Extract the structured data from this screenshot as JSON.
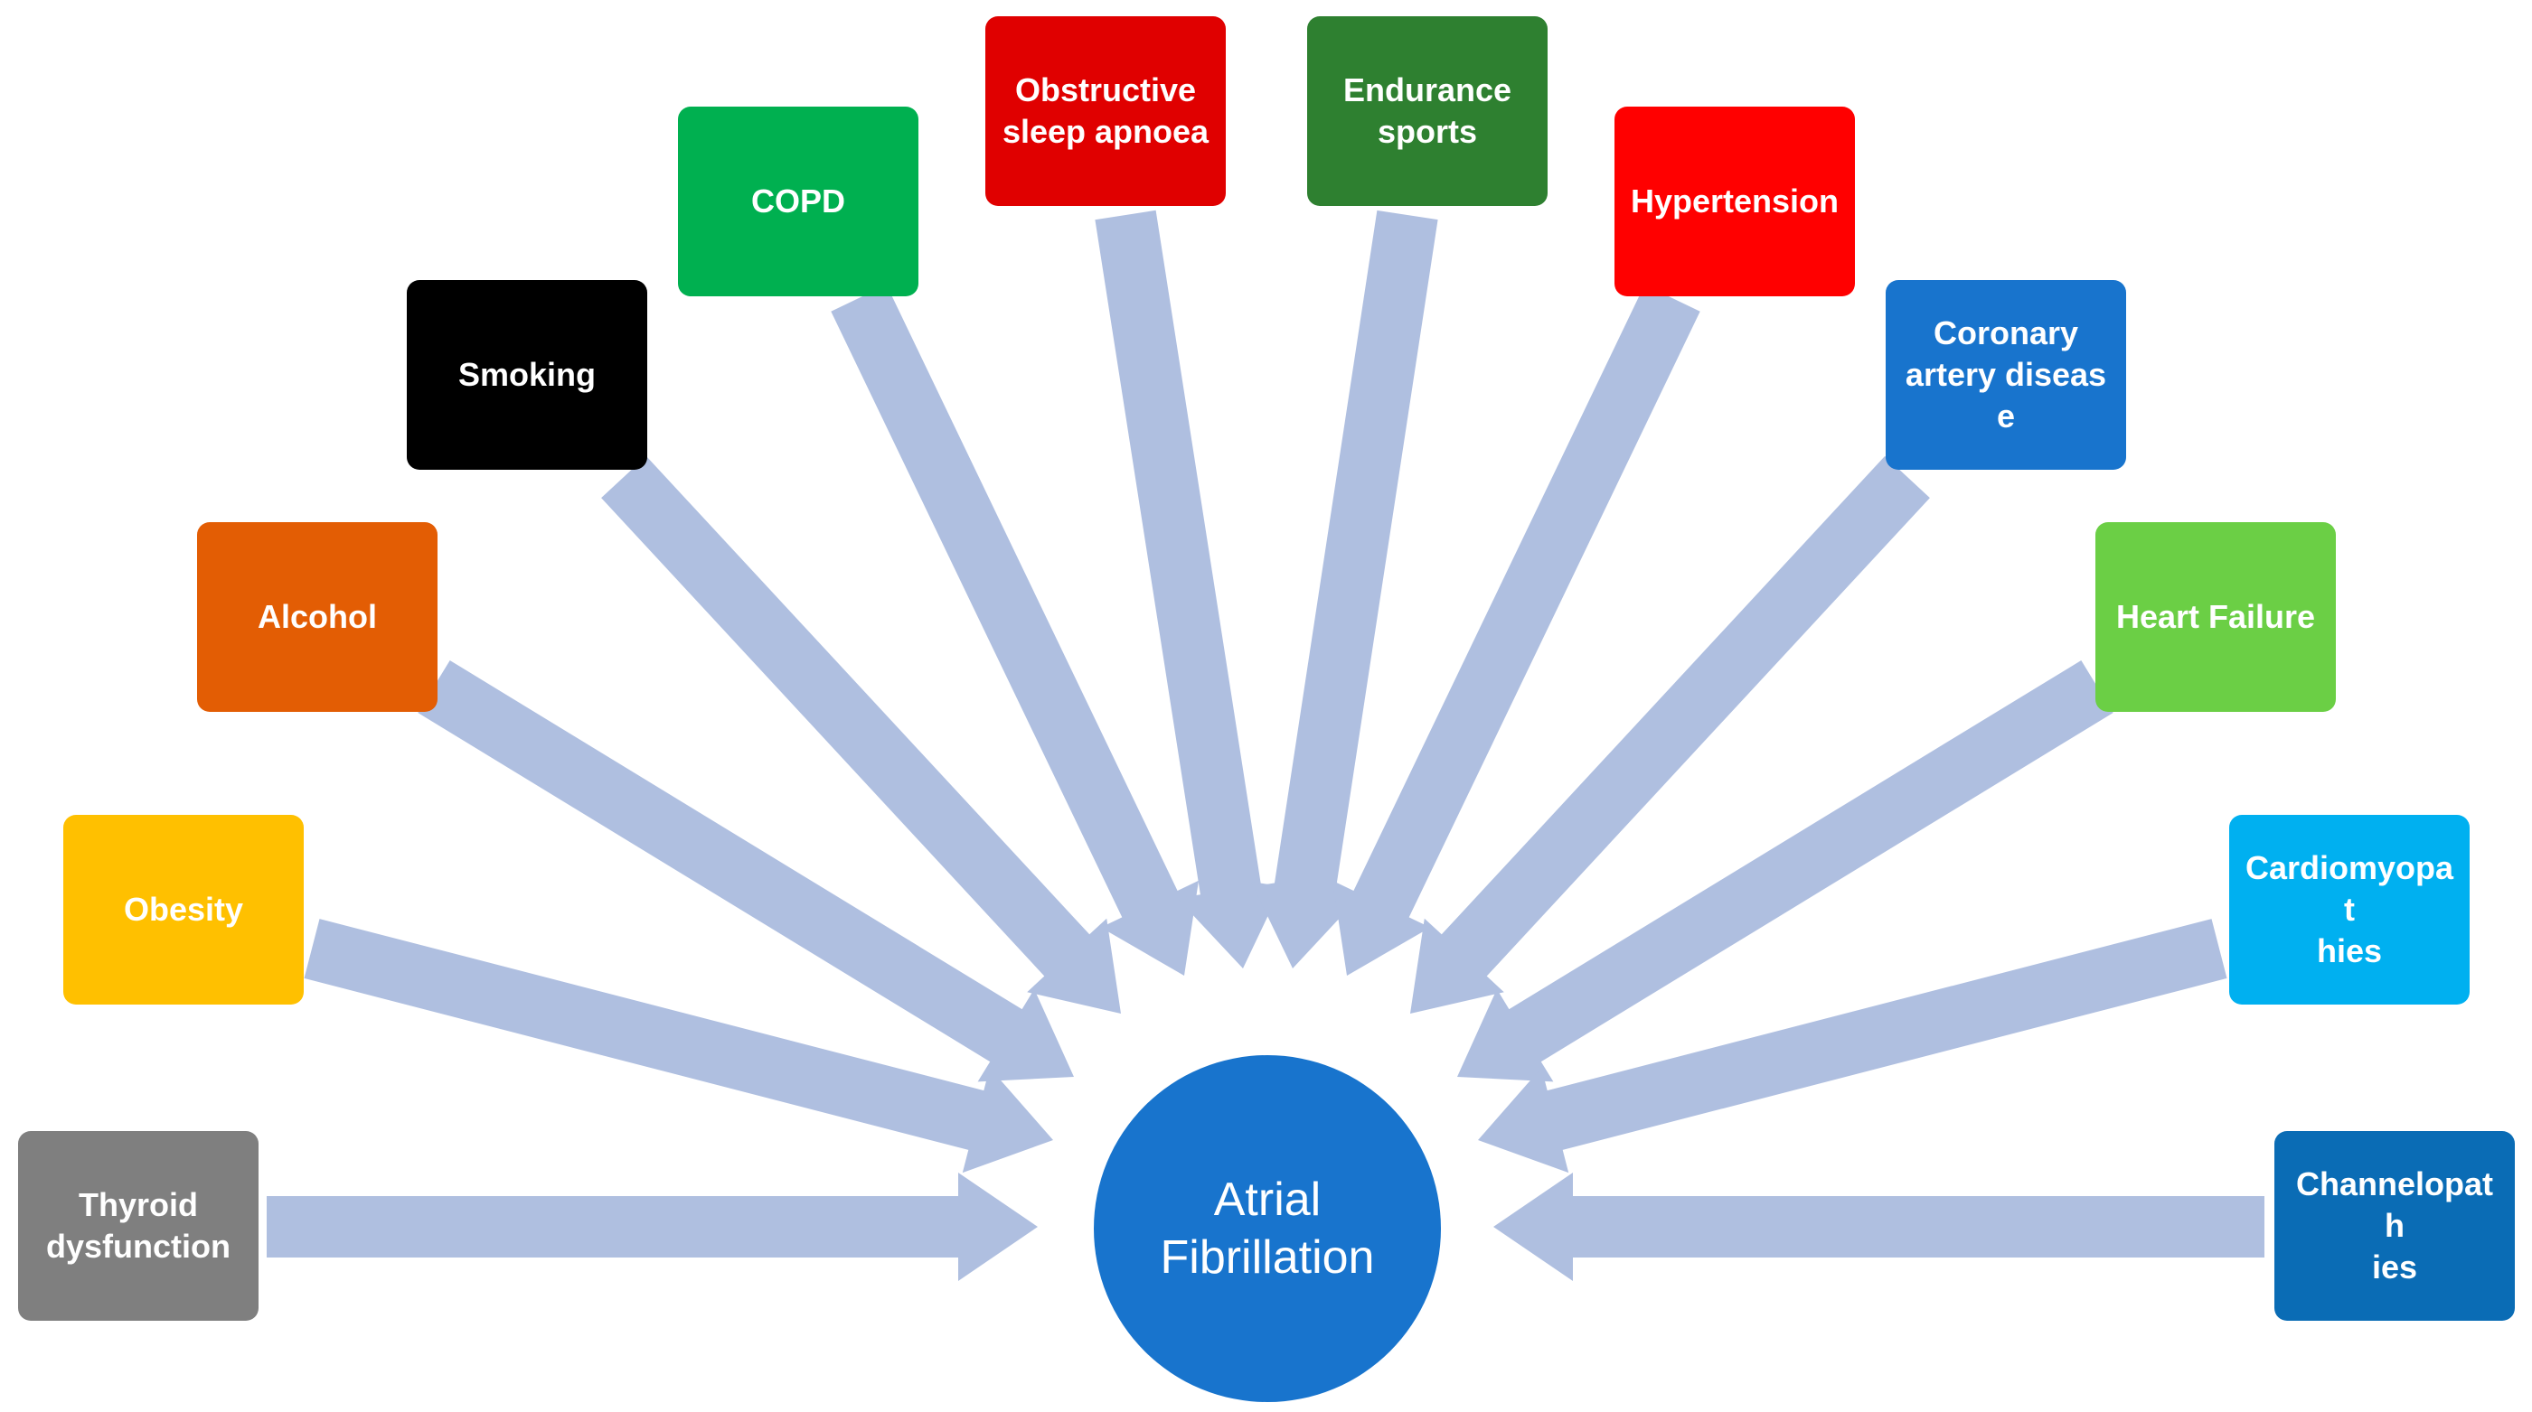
{
  "diagram": {
    "center": {
      "label": "Atrial\nFibrillation",
      "color": "#1874CD"
    },
    "arrow_color": "#AFBFE0",
    "factors": [
      {
        "id": "thyroid-dysfunction",
        "label": "Thyroid\ndysfunction",
        "color": "#7F7F7F"
      },
      {
        "id": "obesity",
        "label": "Obesity",
        "color": "#FFC000"
      },
      {
        "id": "alcohol",
        "label": "Alcohol",
        "color": "#E35D04"
      },
      {
        "id": "smoking",
        "label": "Smoking",
        "color": "#000000"
      },
      {
        "id": "copd",
        "label": "COPD",
        "color": "#00B050"
      },
      {
        "id": "obstructive-sleep-apnoea",
        "label": "Obstructive\nsleep apnoea",
        "color": "#E00000"
      },
      {
        "id": "endurance-sports",
        "label": "Endurance\nsports",
        "color": "#2E8030"
      },
      {
        "id": "hypertension",
        "label": "Hypertension",
        "color": "#FF0000"
      },
      {
        "id": "coronary-artery-disease",
        "label": "Coronary\nartery disease",
        "color": "#1874CD"
      },
      {
        "id": "heart-failure",
        "label": "Heart Failure",
        "color": "#6BCF45"
      },
      {
        "id": "cardiomyopathies",
        "label": "Cardiomyopat\nhies",
        "color": "#00B0F0"
      },
      {
        "id": "channelopathies",
        "label": "Channelopath\nies",
        "color": "#0A6CB5"
      }
    ]
  }
}
